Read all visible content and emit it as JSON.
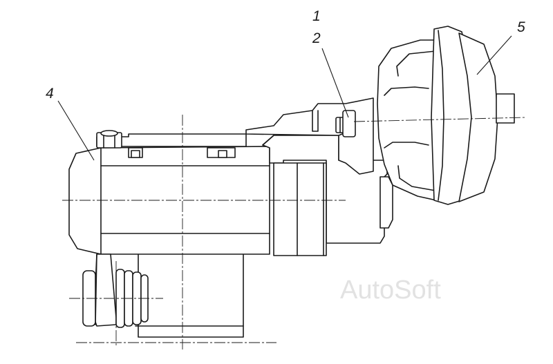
{
  "callouts": [
    {
      "id": "1",
      "text": "1"
    },
    {
      "id": "2",
      "text": "2"
    },
    {
      "id": "4",
      "text": "4"
    },
    {
      "id": "5",
      "text": "5"
    }
  ],
  "watermark": "AutoSoft",
  "colors": {
    "line": "#1a1a1a",
    "background": "#ffffff",
    "watermark": "#e2e2e2"
  }
}
